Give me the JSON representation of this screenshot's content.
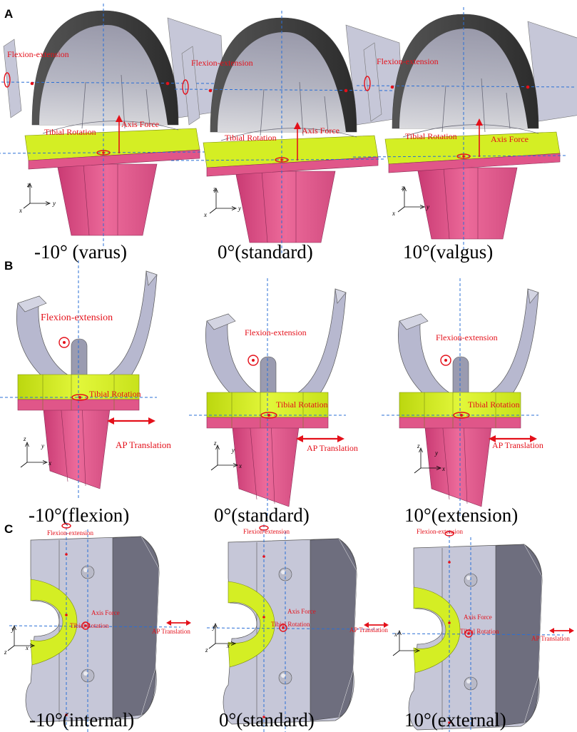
{
  "panels": [
    {
      "label": "A",
      "captions": [
        "-10° (varus)",
        "0°(standard)",
        "10°(valgus)"
      ],
      "annotations": {
        "rotation": "Flexion-extension",
        "tibial": "Tibial Rotation",
        "force": "Axis Force"
      },
      "axes": {
        "vertical": "z",
        "horizontal": "y",
        "depth": "x"
      }
    },
    {
      "label": "B",
      "captions": [
        "-10°(flexion)",
        "0°(standard)",
        "10°(extension)"
      ],
      "annotations": {
        "rotation": "Flexion-extension",
        "tibial": "Tibial Rotation",
        "translation": "AP Translation"
      },
      "axes": {
        "vertical": "z",
        "horizontal": "x",
        "depth": "y"
      }
    },
    {
      "label": "C",
      "captions": [
        "-10°(internal)",
        "0°(standard)",
        "10°(external)"
      ],
      "annotations": {
        "rotation": "Flexion-extension",
        "force": "Axis Force",
        "tibial": "Tibial Rotation",
        "translation": "AP Translation"
      },
      "axes": {
        "vertical": "y",
        "horizontal": "x",
        "depth": "z"
      }
    }
  ],
  "colors": {
    "femoral": "#b7b8cf",
    "insert": "#d6f21e",
    "tibial": "#e65a8c",
    "annotation": "#e4101a",
    "axis_line": "#2a6fd6"
  }
}
